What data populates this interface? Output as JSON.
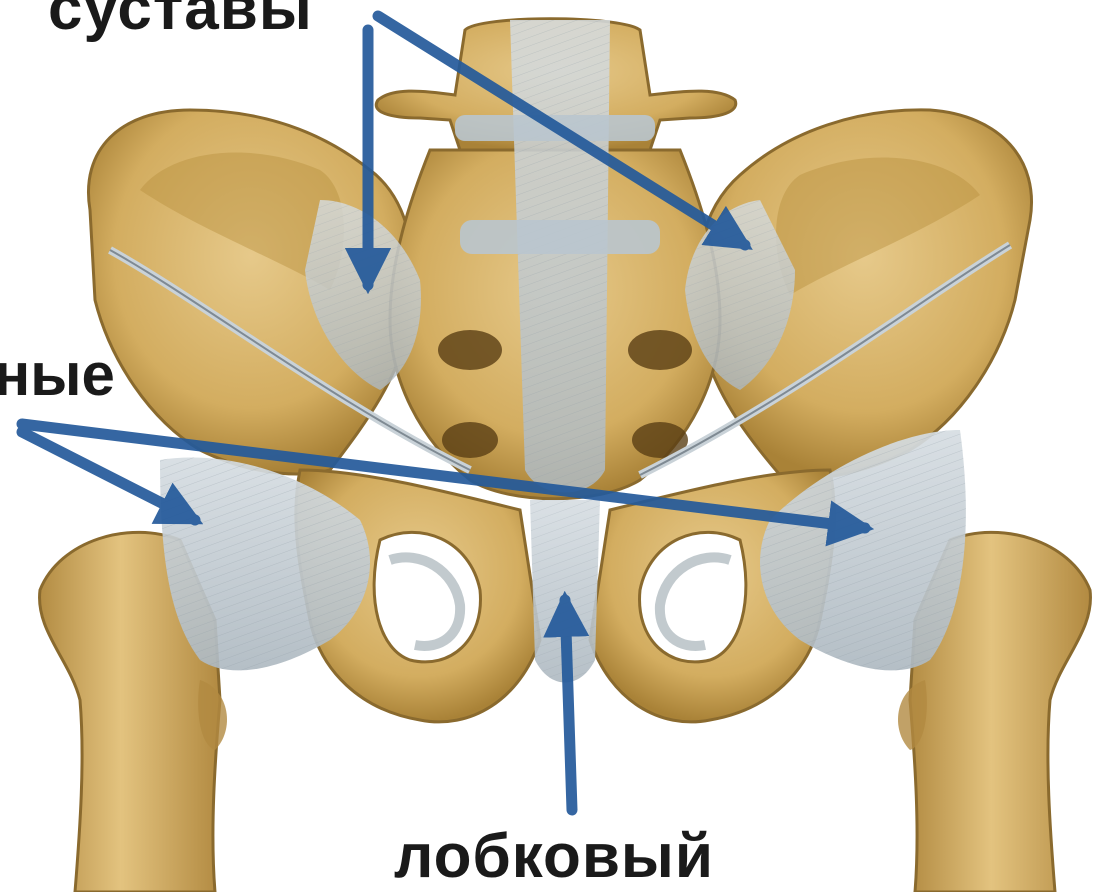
{
  "labels": {
    "top": "суставы",
    "left": "ные",
    "bottom": "лобковый"
  },
  "colors": {
    "bone": "#d8b86a",
    "bone_shade": "#a9833a",
    "bone_dark": "#7a5a22",
    "ligament": "#c7d0d6",
    "ligament_line": "#8e9aa3",
    "arrow": "#245a9b",
    "background": "#ffffff"
  }
}
